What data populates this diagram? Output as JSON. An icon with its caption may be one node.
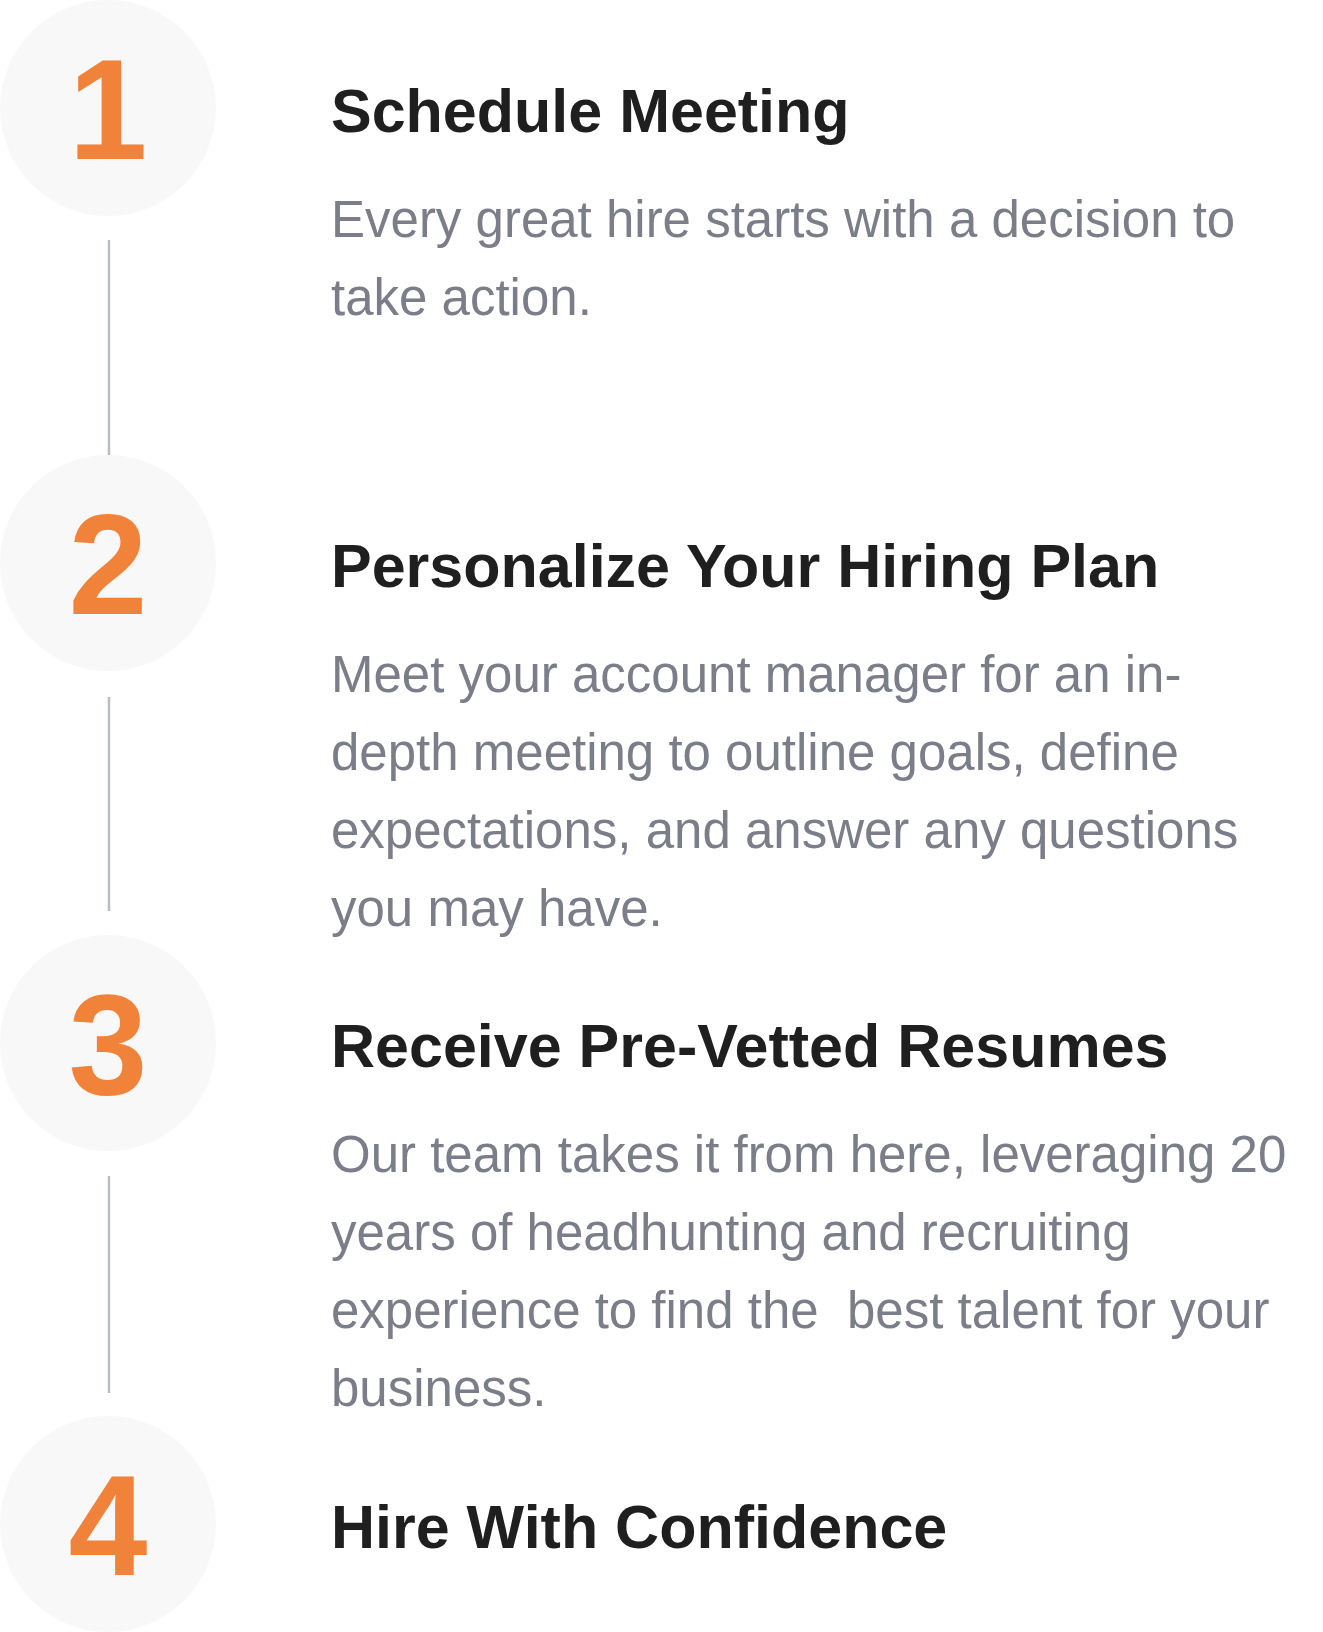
{
  "diagram": {
    "nodes": [
      {
        "text": [
          "1"
        ],
        "beside": [
          "Schedule Meeting",
          "Every great hire starts with a decision to take action."
        ]
      },
      {
        "text": [
          "2"
        ],
        "beside": [
          "Personalize Your Hiring Plan",
          "Meet your account manager for an in-depth meeting to outline goals, define expectations, and answer any questions you may have."
        ]
      },
      {
        "text": [
          "3"
        ],
        "beside": [
          "Receive Pre-Vetted Resumes",
          "Our team takes it from here, leveraging 20 years of headhunting and recruiting experience to find the  best talent for your business."
        ]
      },
      {
        "text": [
          "4"
        ],
        "beside": [
          "Hire With Confidence"
        ]
      }
    ],
    "edges": [
      {
        "from": 0,
        "to": 1,
        "arrow": "none"
      },
      {
        "from": 1,
        "to": 2,
        "arrow": "none"
      },
      {
        "from": 2,
        "to": 3,
        "arrow": "none"
      }
    ]
  }
}
